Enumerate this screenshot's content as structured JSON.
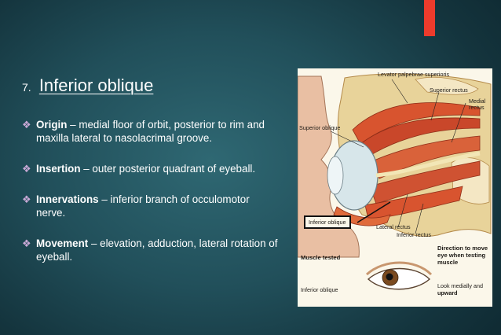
{
  "slide": {
    "number": "7.",
    "title": "Inferior oblique"
  },
  "bullets": [
    {
      "term": "Origin",
      "text": " – medial floor of orbit, posterior to rim and maxilla lateral to nasolacrimal groove."
    },
    {
      "term": "Insertion",
      "text": " – outer posterior quadrant of eyeball."
    },
    {
      "term": "Innervations",
      "text": " – inferior branch of occulomotor nerve."
    },
    {
      "term": "Movement",
      "text": " – elevation, adduction, lateral rotation of eyeball."
    }
  ],
  "figure": {
    "labels": {
      "levator": "Levator palpebrae superioris",
      "superior_rectus": "Superior rectus",
      "medial_rectus": "Medial rectus",
      "superior_oblique": "Superior oblique",
      "inferior_oblique": "Inferior oblique",
      "lateral_rectus": "Lateral rectus",
      "inferior_rectus": "Inferior rectus"
    },
    "table": {
      "header_muscle": "Muscle tested",
      "header_direction": "Direction to move eye when testing muscle",
      "row_muscle": "Inferior oblique",
      "row_direction_prefix": "Look medially and ",
      "row_direction_emphasis": "upward"
    }
  },
  "colors": {
    "accent": "#ee3b2c",
    "bullet_mark": "#c9a9d6",
    "muscle": "#d8542f"
  },
  "icons": {
    "bullet": "diamond-bullet-icon"
  }
}
